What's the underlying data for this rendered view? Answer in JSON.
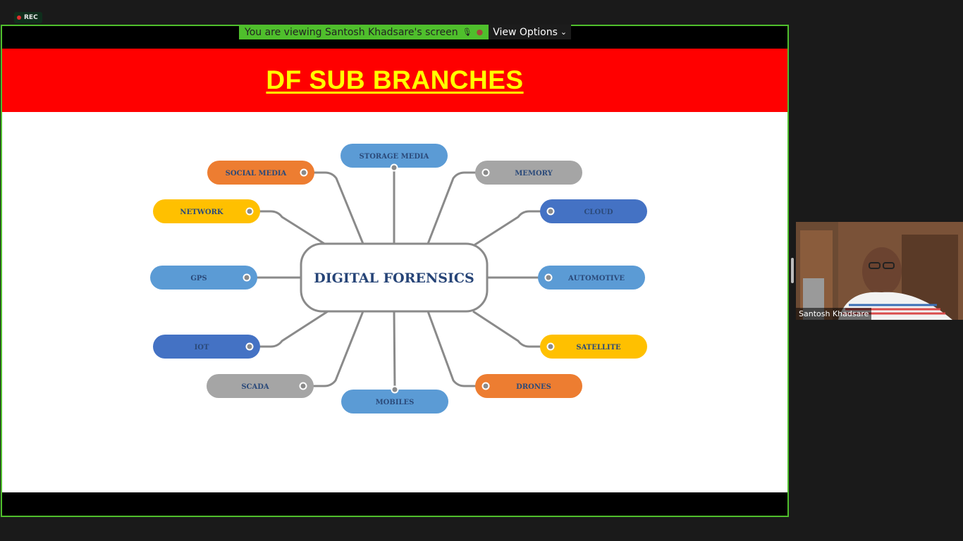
{
  "recording": {
    "label": "REC",
    "dot_color": "#e02f2f"
  },
  "share_banner": {
    "text": "You are viewing Santosh Khadsare's screen",
    "view_options_label": "View Options",
    "color": "#4fbf2c"
  },
  "slide": {
    "title": "DF SUB BRANCHES",
    "header_color": "#ff0000",
    "title_color": "#ffff00",
    "center": "DIGITAL FORENSICS",
    "branches": [
      {
        "label": "STORAGE MEDIA",
        "color": "#5b9bd5"
      },
      {
        "label": "SOCIAL MEDIA",
        "color": "#ed7d31"
      },
      {
        "label": "MEMORY",
        "color": "#a5a5a5"
      },
      {
        "label": "NETWORK",
        "color": "#ffc000"
      },
      {
        "label": "CLOUD",
        "color": "#4472c4"
      },
      {
        "label": "GPS",
        "color": "#5b9bd5"
      },
      {
        "label": "AUTOMOTIVE",
        "color": "#5b9bd5"
      },
      {
        "label": "IOT",
        "color": "#4472c4"
      },
      {
        "label": "SATELLITE",
        "color": "#ffc000"
      },
      {
        "label": "SCADA",
        "color": "#a5a5a5"
      },
      {
        "label": "DRONES",
        "color": "#ed7d31"
      },
      {
        "label": "MOBILES",
        "color": "#5b9bd5"
      }
    ]
  },
  "participant": {
    "name": "Santosh Khadsare"
  }
}
